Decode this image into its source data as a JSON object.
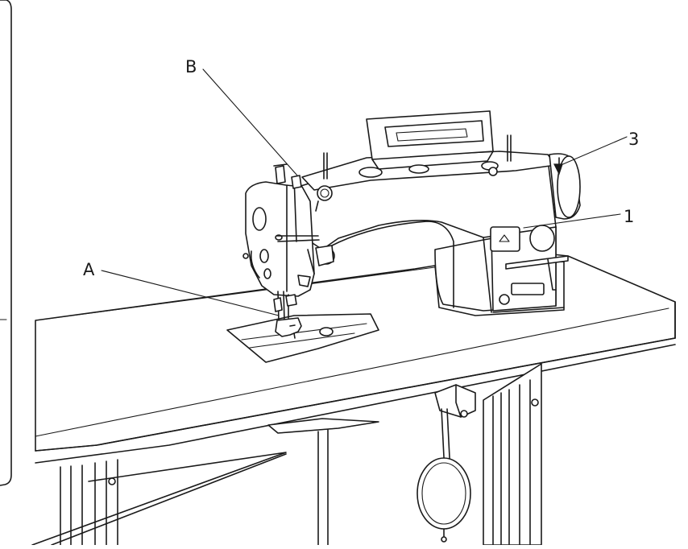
{
  "callouts": {
    "b": "B",
    "a": "A",
    "three": "3",
    "one": "1"
  }
}
